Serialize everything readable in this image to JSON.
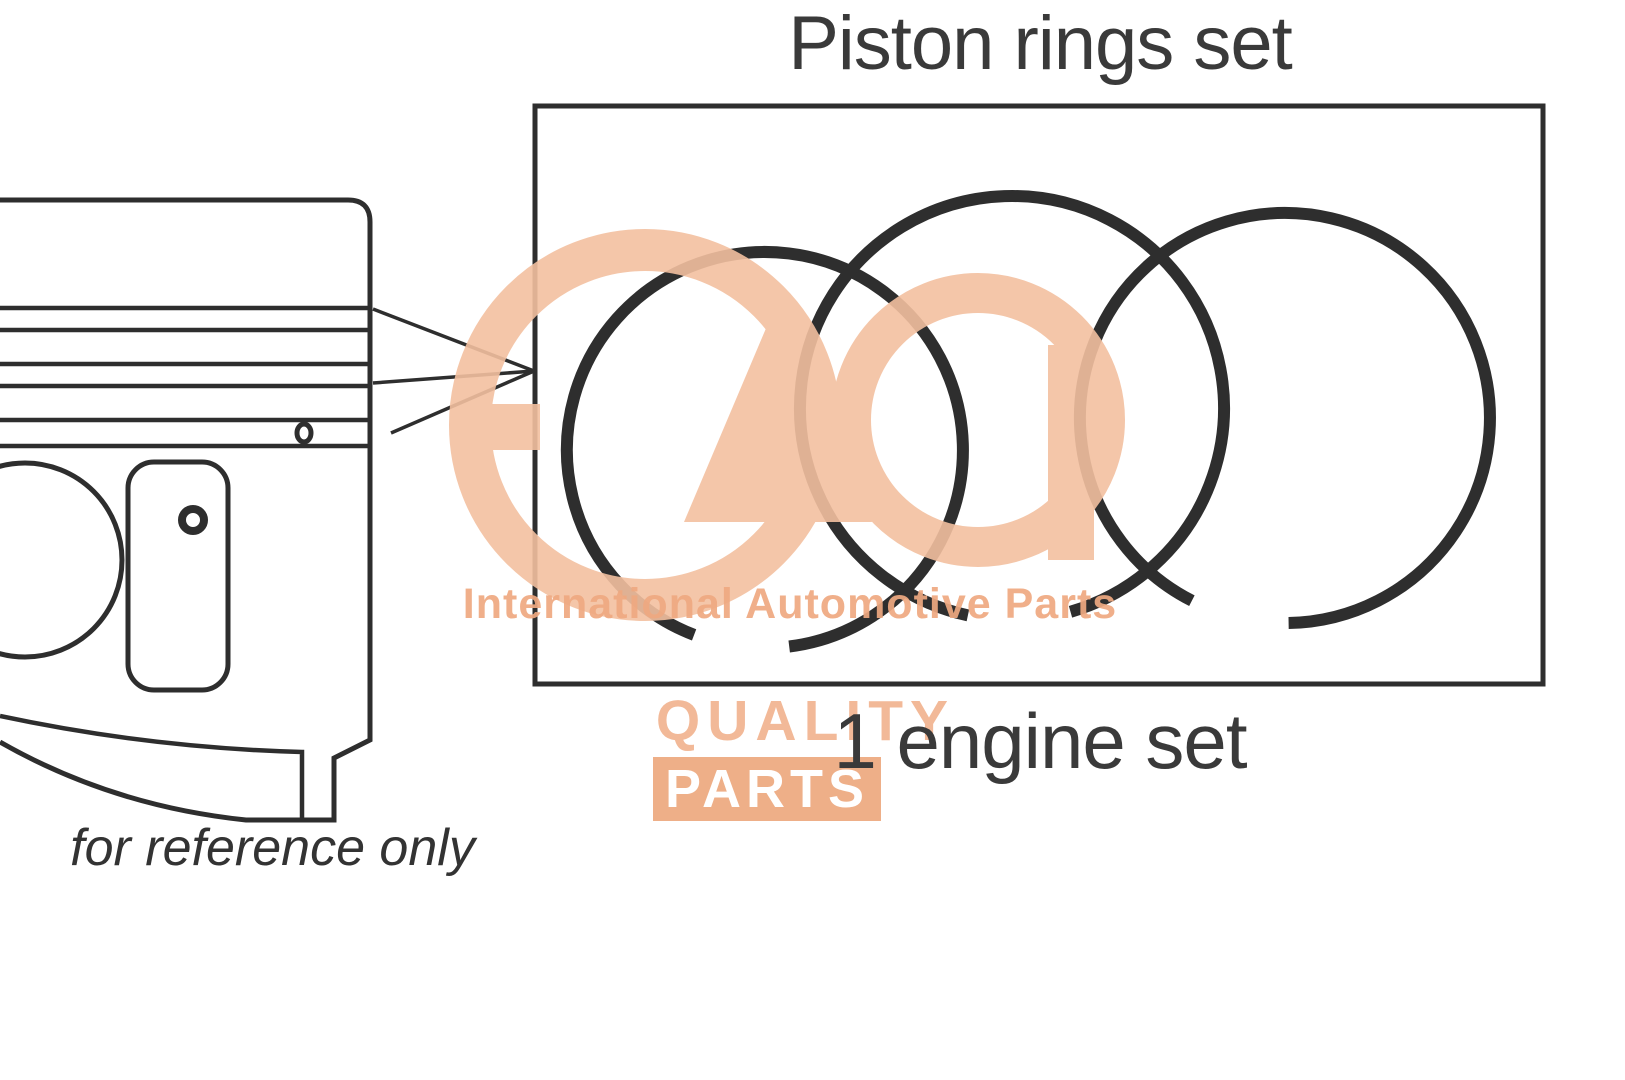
{
  "page": {
    "background_color": "#ffffff",
    "line_color": "#2e2e2e"
  },
  "diagram": {
    "title": "Piston rings set",
    "caption": "1 engine set",
    "reference_note": "for reference only",
    "rings_in_box": 3
  },
  "watermark": {
    "logo_name": "iap-logo",
    "tagline": "International Automotive Parts",
    "quality_label": "QUALITY",
    "parts_label": "PARTS",
    "shape_color": "#f3c0a0",
    "text_color": "#efa981",
    "parts_block_color": "#eeab82"
  }
}
